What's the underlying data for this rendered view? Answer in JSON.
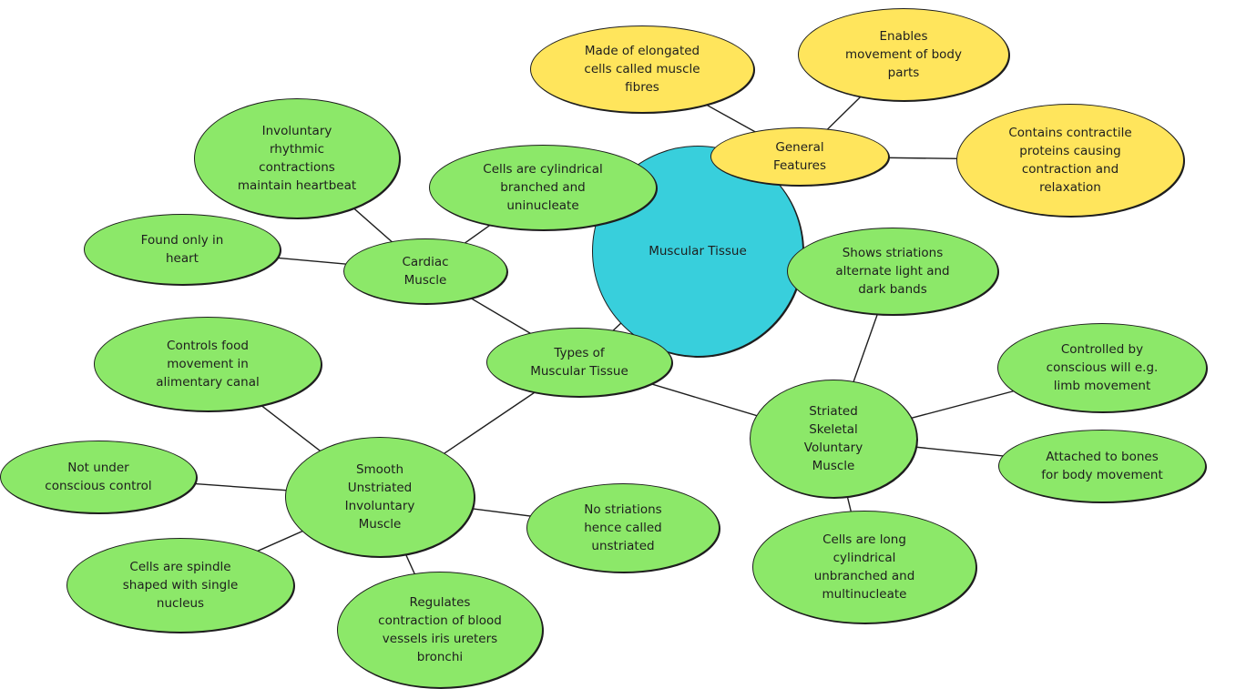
{
  "diagram": {
    "title": "Muscular Tissue",
    "colors": {
      "root": "#38cfdc",
      "general": "#ffe55c",
      "types": "#8ce869",
      "stroke": "#1e1e1e"
    },
    "nodes": [
      {
        "id": "root",
        "label": "Muscular Tissue",
        "group": "root"
      },
      {
        "id": "general",
        "label": "General\nFeatures",
        "group": "general"
      },
      {
        "id": "gf1",
        "label": "Made of elongated\ncells called muscle\nfibres",
        "group": "general"
      },
      {
        "id": "gf2",
        "label": "Enables\nmovement of body\nparts",
        "group": "general"
      },
      {
        "id": "gf3",
        "label": "Contains contractile\nproteins causing\ncontraction and\nrelaxation",
        "group": "general"
      },
      {
        "id": "types",
        "label": "Types of\nMuscular Tissue",
        "group": "types"
      },
      {
        "id": "cardiac",
        "label": "Cardiac\nMuscle",
        "group": "types"
      },
      {
        "id": "c1",
        "label": "Involuntary\nrhythmic\ncontractions\nmaintain heartbeat",
        "group": "types"
      },
      {
        "id": "c2",
        "label": "Found only in\nheart",
        "group": "types"
      },
      {
        "id": "c3",
        "label": "Cells are cylindrical\nbranched and\nuninucleate",
        "group": "types"
      },
      {
        "id": "smooth",
        "label": "Smooth\nUnstriated\nInvoluntary\nMuscle",
        "group": "types"
      },
      {
        "id": "s1",
        "label": "Controls food\nmovement in\nalimentary canal",
        "group": "types"
      },
      {
        "id": "s2",
        "label": "Not under\nconscious control",
        "group": "types"
      },
      {
        "id": "s3",
        "label": "Cells are spindle\nshaped with single\nnucleus",
        "group": "types"
      },
      {
        "id": "s4",
        "label": "Regulates\ncontraction of blood\nvessels iris ureters\nbronchi",
        "group": "types"
      },
      {
        "id": "s5",
        "label": "No striations\nhence called\nunstriated",
        "group": "types"
      },
      {
        "id": "striated",
        "label": "Striated\nSkeletal\nVoluntary\nMuscle",
        "group": "types"
      },
      {
        "id": "k1",
        "label": "Shows striations\nalternate light and\ndark bands",
        "group": "types"
      },
      {
        "id": "k2",
        "label": "Controlled by\nconscious will e.g.\nlimb movement",
        "group": "types"
      },
      {
        "id": "k3",
        "label": "Attached to bones\nfor body movement",
        "group": "types"
      },
      {
        "id": "k4",
        "label": "Cells are long\ncylindrical\nunbranched and\nmultinucleate",
        "group": "types"
      }
    ],
    "edges": [
      [
        "root",
        "general"
      ],
      [
        "general",
        "gf1"
      ],
      [
        "general",
        "gf2"
      ],
      [
        "general",
        "gf3"
      ],
      [
        "root",
        "types"
      ],
      [
        "types",
        "cardiac"
      ],
      [
        "cardiac",
        "c1"
      ],
      [
        "cardiac",
        "c2"
      ],
      [
        "cardiac",
        "c3"
      ],
      [
        "types",
        "smooth"
      ],
      [
        "smooth",
        "s1"
      ],
      [
        "smooth",
        "s2"
      ],
      [
        "smooth",
        "s3"
      ],
      [
        "smooth",
        "s4"
      ],
      [
        "smooth",
        "s5"
      ],
      [
        "types",
        "striated"
      ],
      [
        "striated",
        "k1"
      ],
      [
        "striated",
        "k2"
      ],
      [
        "striated",
        "k3"
      ],
      [
        "striated",
        "k4"
      ]
    ]
  }
}
